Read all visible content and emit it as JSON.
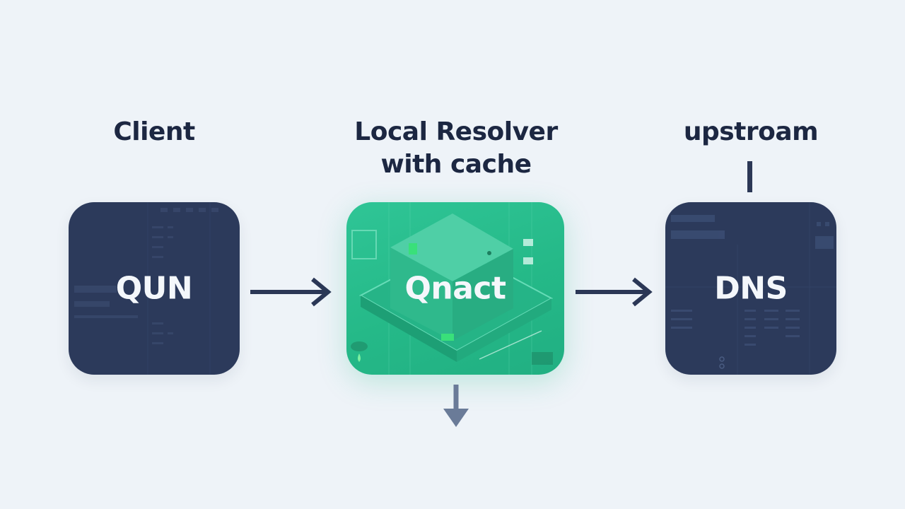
{
  "nodes": {
    "client": {
      "heading": "Client",
      "box_text": "QUN"
    },
    "resolver": {
      "heading_line1": "Local Resolver",
      "heading_line2": "with cache",
      "box_text": "Qnact"
    },
    "upstream": {
      "heading": "upstroam",
      "box_text": "DNS"
    }
  },
  "colors": {
    "background": "#eef3f8",
    "dark_box": "#2c3a5b",
    "green_box": "#2fc596",
    "arrow_dark": "#2b3756",
    "arrow_light": "#6a7b98",
    "text_dark": "#1c2742"
  },
  "edges": [
    {
      "from": "client",
      "to": "resolver"
    },
    {
      "from": "resolver",
      "to": "upstream"
    },
    {
      "from": "resolver",
      "to": "below"
    }
  ]
}
